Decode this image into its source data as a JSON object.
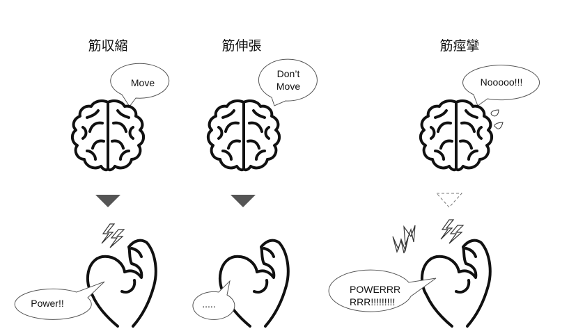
{
  "columns": [
    {
      "title": "筋収縮",
      "brain_speech": [
        "Move"
      ],
      "arrow_style": "solid",
      "arm_speech": [
        "Power!!"
      ]
    },
    {
      "title": "筋伸張",
      "brain_speech": [
        "Don’t",
        "Move"
      ],
      "arrow_style": "solid",
      "arm_speech": [
        "....."
      ]
    },
    {
      "title": "筋痙攣",
      "brain_speech": [
        "Nooooo!!!"
      ],
      "arrow_style": "dashed",
      "arm_speech": [
        "POWERRR",
        "RRR!!!!!!!!!"
      ]
    }
  ],
  "colors": {
    "arrow": "#555555",
    "ink": "#111111"
  }
}
